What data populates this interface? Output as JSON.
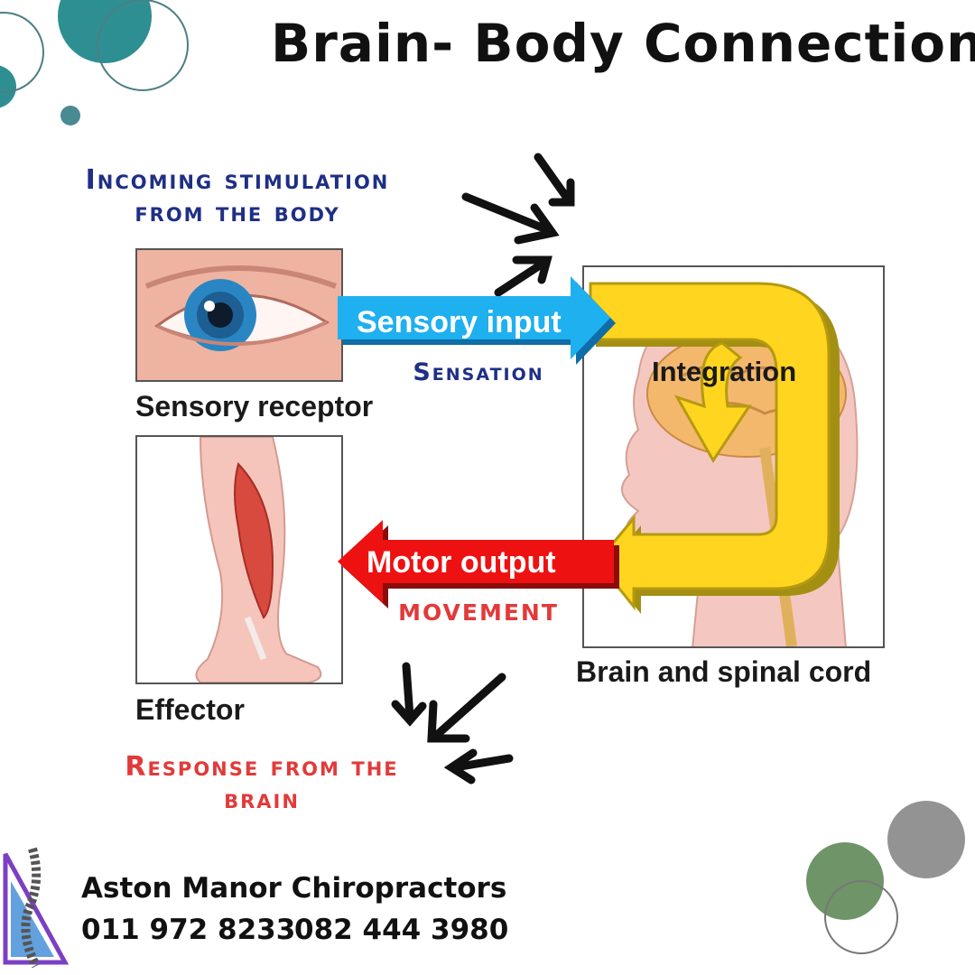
{
  "header": {
    "title": "Brain- Body Connection"
  },
  "diagram": {
    "incoming_caption": [
      "Incoming stimulation",
      "from the body"
    ],
    "sensory_receptor_label": "Sensory receptor",
    "sensory_input_label": "Sensory input",
    "sensation_caption": "Sensation",
    "integration_label": "Integration",
    "brain_label": "Brain and spinal cord",
    "motor_output_label": "Motor output",
    "movement_caption": "MOVEMENT",
    "effector_label": "Effector",
    "response_caption": [
      "Response from the",
      "brain"
    ]
  },
  "footer": {
    "company": "Aston Manor Chiropractors",
    "phone_1": "011 972 8233",
    "phone_2": "082 444 3980"
  },
  "colors": {
    "teal": "#2e8f92",
    "navy": "#1f2f85",
    "red_caption": "#e23a3a",
    "sensory_arrow": "#1fb0ef",
    "motor_arrow": "#ee1111",
    "integration_arrow": "#ffd51f",
    "green_circle": "#6e9468",
    "grey_circle": "#939393"
  }
}
